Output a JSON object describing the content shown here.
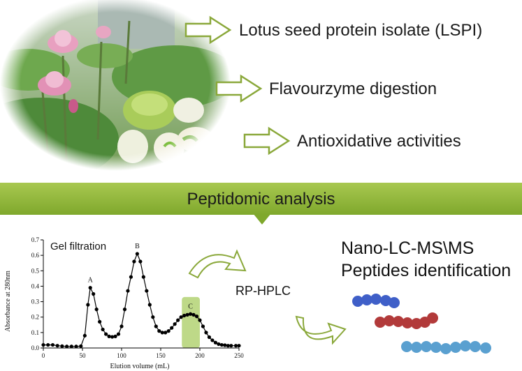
{
  "steps": [
    {
      "label": "Lotus seed protein isolate (LSPI)"
    },
    {
      "label": "Flavourzyme digestion"
    },
    {
      "label": "Antioxidative activities"
    }
  ],
  "banner": {
    "label": "Peptidomic analysis"
  },
  "rp_hplc": {
    "label": "RP-HPLC"
  },
  "nano_lc": {
    "line1": "Nano-LC-MS\\MS",
    "line2": "Peptides identification"
  },
  "colors": {
    "banner": "#8db43a",
    "arrow_fill": "#ffffff",
    "arrow_stroke": "#8aa83a",
    "peptide_blue": "#3f5fc8",
    "peptide_red": "#b23a3a",
    "peptide_light_blue": "#5aa0d0",
    "fraction_highlight": "#a8cc60"
  },
  "chart_data": {
    "type": "line",
    "title": "Gel filtration",
    "xlabel": "Elution volume (mL)",
    "ylabel": "Absorbance at 280nm",
    "xlim": [
      0,
      250
    ],
    "ylim": [
      0,
      0.7
    ],
    "xticks": [
      0,
      50,
      100,
      150,
      200,
      250
    ],
    "yticks": [
      0.0,
      0.1,
      0.2,
      0.3,
      0.4,
      0.5,
      0.6,
      0.7
    ],
    "highlight_range": [
      177,
      200
    ],
    "peaks": [
      {
        "label": "A",
        "x": 60,
        "y": 0.39
      },
      {
        "label": "B",
        "x": 120,
        "y": 0.61
      },
      {
        "label": "C",
        "x": 188,
        "y": 0.22
      }
    ],
    "series": [
      {
        "x": [
          0,
          6,
          12,
          18,
          24,
          30,
          36,
          42,
          48,
          53,
          57,
          60,
          64,
          68,
          72,
          76,
          80,
          84,
          88,
          92,
          96,
          100,
          104,
          108,
          112,
          116,
          120,
          124,
          128,
          132,
          136,
          140,
          144,
          148,
          152,
          156,
          160,
          164,
          168,
          172,
          176,
          180,
          184,
          188,
          192,
          196,
          200,
          204,
          208,
          212,
          216,
          220,
          224,
          228,
          232,
          236,
          240,
          246,
          250
        ],
        "y": [
          0.02,
          0.02,
          0.02,
          0.015,
          0.012,
          0.01,
          0.01,
          0.01,
          0.012,
          0.08,
          0.28,
          0.39,
          0.35,
          0.25,
          0.17,
          0.12,
          0.09,
          0.075,
          0.072,
          0.075,
          0.09,
          0.14,
          0.25,
          0.37,
          0.46,
          0.56,
          0.61,
          0.56,
          0.46,
          0.37,
          0.28,
          0.2,
          0.14,
          0.11,
          0.1,
          0.1,
          0.11,
          0.13,
          0.155,
          0.18,
          0.2,
          0.21,
          0.215,
          0.22,
          0.215,
          0.205,
          0.18,
          0.14,
          0.1,
          0.07,
          0.05,
          0.035,
          0.025,
          0.02,
          0.018,
          0.015,
          0.015,
          0.015,
          0.015
        ]
      }
    ]
  }
}
